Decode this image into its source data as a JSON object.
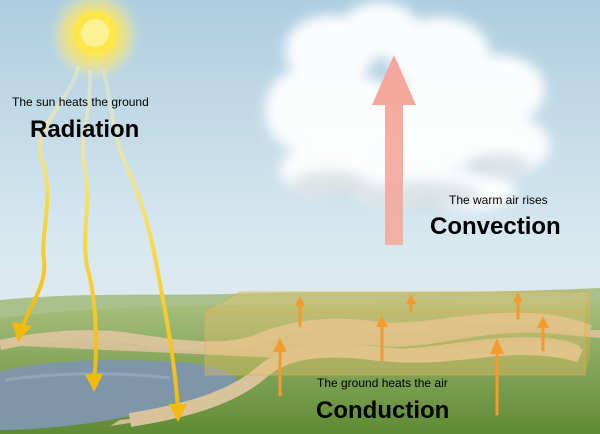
{
  "radiation": {
    "caption": "The sun heats the ground",
    "title": "Radiation",
    "color": "#f5c518"
  },
  "convection": {
    "caption": "The warm air rises",
    "title": "Convection",
    "color": "#f4a79a"
  },
  "conduction": {
    "caption": "The ground heats the air",
    "title": "Conduction",
    "color": "#f39b2f"
  }
}
